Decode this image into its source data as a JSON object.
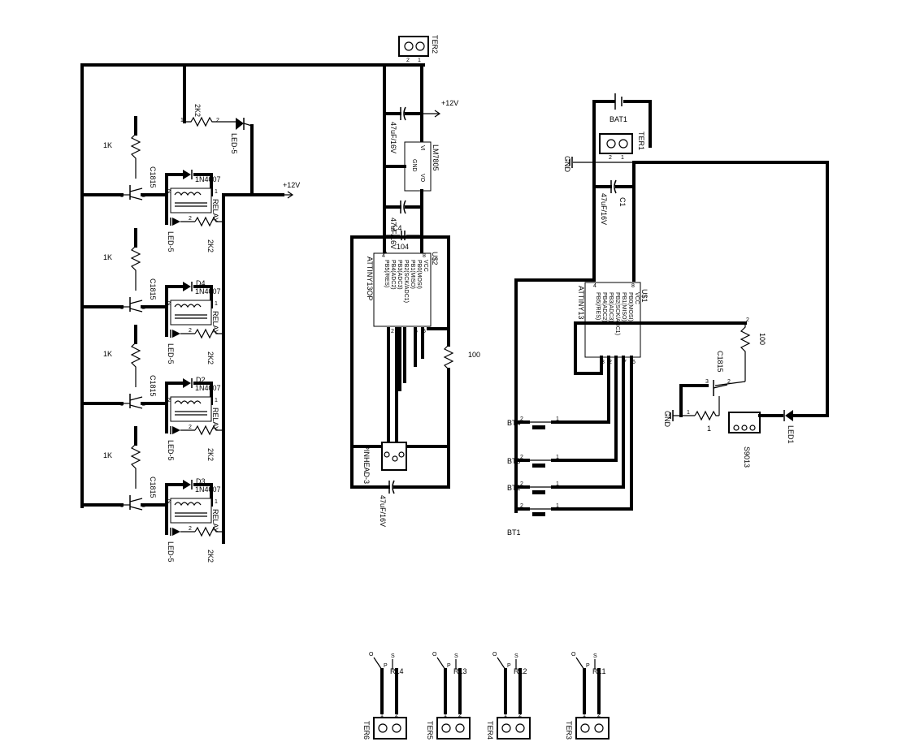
{
  "labels": {
    "ter2": "TER2",
    "plus12a": "+12V",
    "plus12b": "+12V",
    "cap47_top": "47uF/16V",
    "lm7805": "LM7805",
    "vi": "VI",
    "gnd_pin": "GND",
    "vo": "VO",
    "cap47_mid": "47uF/16V",
    "c4": "C4",
    "c104": "104",
    "attiny13_left": "ATTINY13OP",
    "ic2": "U$2",
    "pinhead": "PINHEAD-3",
    "cap47_bot": "47uF/16V",
    "r100_left": "100",
    "bat1": "BAT1",
    "ter1": "TER1",
    "gnd_a": "GND",
    "c1": "C1",
    "cap47_right": "47uF/16V",
    "attiny13_right": "ATTINY13",
    "ic1": "U$1",
    "r100_right": "100",
    "c1815_right": "C1815",
    "gnd_b": "GND",
    "r1_right": "1",
    "s9013": "S9013",
    "led1": "LED1",
    "bt4": "BT4",
    "bt3": "BT3",
    "bt2": "BT2",
    "bt1": "BT1",
    "r2k_top": "2K2",
    "led5_top": "LED-5",
    "ter6": "TER6",
    "ter5": "TER5",
    "ter4": "TER4",
    "ter3": "TER3",
    "rl4": "RL4",
    "rl3": "RL3",
    "rl2": "RL2",
    "rl1": "RL1"
  },
  "relay_stages": [
    {
      "r_base": "1K",
      "transistor": "C1815",
      "diode": "1N4007",
      "relay": "RELAY",
      "led": "LED-5",
      "r_led": "2K2"
    },
    {
      "r_base": "1K",
      "transistor": "C1815",
      "diode": "1N4007",
      "diode_ref": "D4",
      "relay": "RELAY",
      "led": "LED-5",
      "r_led": "2K2"
    },
    {
      "r_base": "1K",
      "transistor": "C1815",
      "diode": "1N4007",
      "diode_ref": "D2",
      "relay": "RELAY",
      "led": "LED-5",
      "r_led": "2K2"
    },
    {
      "r_base": "1K",
      "transistor": "C1815",
      "diode": "1N4007",
      "diode_ref": "D3",
      "relay": "RELAY",
      "led": "LED-5",
      "r_led": "2K2"
    }
  ],
  "ic_left_pins": [
    "VCC",
    "PB0(MOSI)",
    "PB1(MISO)",
    "PB2(SCK/ADC1)",
    "PB3(ADC3)",
    "PB4(ADC2)",
    "PB5(/RES)",
    "GND"
  ],
  "ic_right_pins": [
    "VCC",
    "PB0(MOSI)",
    "PB1(MISO)",
    "PB2(SCK/ADC1)",
    "PB3(ADC3)",
    "PB4(ADC2)",
    "PB5(/RES)",
    "GND"
  ],
  "relay_contacts": [
    "O",
    "S",
    "P"
  ]
}
